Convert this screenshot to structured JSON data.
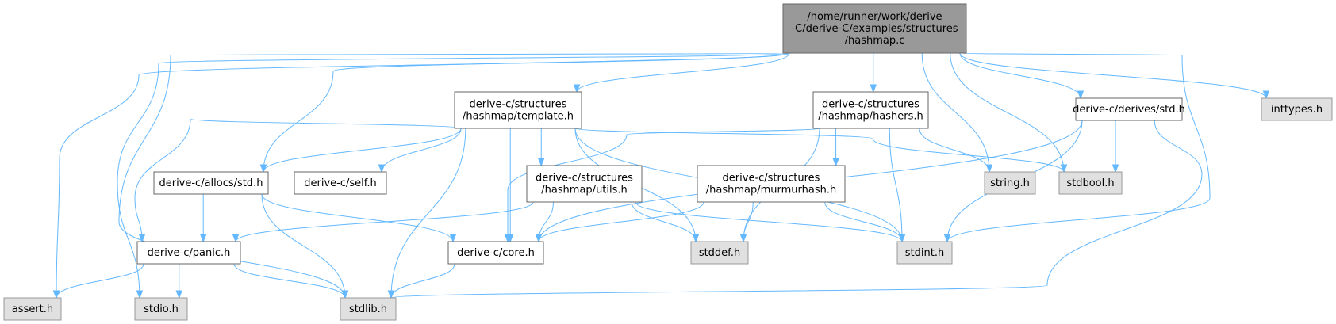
{
  "graph": {
    "nodes": [
      {
        "id": "root",
        "kind": "root",
        "lines": [
          "/home/runner/work/derive",
          "-C/derive-C/examples/structures",
          "/hashmap.c"
        ]
      },
      {
        "id": "template",
        "kind": "local",
        "lines": [
          "derive-c/structures",
          "/hashmap/template.h"
        ]
      },
      {
        "id": "hashers",
        "kind": "local",
        "lines": [
          "derive-c/structures",
          "/hashmap/hashers.h"
        ]
      },
      {
        "id": "derives_std",
        "kind": "local",
        "lines": [
          "derive-c/derives/std.h"
        ]
      },
      {
        "id": "inttypes",
        "kind": "system",
        "lines": [
          "inttypes.h"
        ]
      },
      {
        "id": "allocs_std",
        "kind": "local",
        "lines": [
          "derive-c/allocs/std.h"
        ]
      },
      {
        "id": "self",
        "kind": "local",
        "lines": [
          "derive-c/self.h"
        ]
      },
      {
        "id": "utils",
        "kind": "local",
        "lines": [
          "derive-c/structures",
          "/hashmap/utils.h"
        ]
      },
      {
        "id": "murmur",
        "kind": "local",
        "lines": [
          "derive-c/structures",
          "/hashmap/murmurhash.h"
        ]
      },
      {
        "id": "string",
        "kind": "system",
        "lines": [
          "string.h"
        ]
      },
      {
        "id": "stdbool",
        "kind": "system",
        "lines": [
          "stdbool.h"
        ]
      },
      {
        "id": "panic",
        "kind": "local",
        "lines": [
          "derive-c/panic.h"
        ]
      },
      {
        "id": "core",
        "kind": "local",
        "lines": [
          "derive-c/core.h"
        ]
      },
      {
        "id": "stddef",
        "kind": "system",
        "lines": [
          "stddef.h"
        ]
      },
      {
        "id": "stdint",
        "kind": "system",
        "lines": [
          "stdint.h"
        ]
      },
      {
        "id": "assert",
        "kind": "system",
        "lines": [
          "assert.h"
        ]
      },
      {
        "id": "stdio",
        "kind": "system",
        "lines": [
          "stdio.h"
        ]
      },
      {
        "id": "stdlib",
        "kind": "system",
        "lines": [
          "stdlib.h"
        ]
      }
    ],
    "edges": [
      {
        "from": "root",
        "to": "template"
      },
      {
        "from": "root",
        "to": "hashers"
      },
      {
        "from": "root",
        "to": "derives_std"
      },
      {
        "from": "root",
        "to": "inttypes"
      },
      {
        "from": "root",
        "to": "allocs_std"
      },
      {
        "from": "root",
        "to": "string"
      },
      {
        "from": "root",
        "to": "stdbool"
      },
      {
        "from": "root",
        "to": "stdint"
      },
      {
        "from": "root",
        "to": "assert"
      },
      {
        "from": "root",
        "to": "stdio"
      },
      {
        "from": "root",
        "to": "stdlib"
      },
      {
        "from": "template",
        "to": "allocs_std"
      },
      {
        "from": "template",
        "to": "self"
      },
      {
        "from": "template",
        "to": "utils"
      },
      {
        "from": "template",
        "to": "panic"
      },
      {
        "from": "template",
        "to": "core"
      },
      {
        "from": "template",
        "to": "stddef"
      },
      {
        "from": "template",
        "to": "stdint"
      },
      {
        "from": "template",
        "to": "stdbool"
      },
      {
        "from": "template",
        "to": "stdlib"
      },
      {
        "from": "hashers",
        "to": "murmur"
      },
      {
        "from": "hashers",
        "to": "string"
      },
      {
        "from": "hashers",
        "to": "stdint"
      },
      {
        "from": "hashers",
        "to": "stddef"
      },
      {
        "from": "hashers",
        "to": "core"
      },
      {
        "from": "derives_std",
        "to": "stdbool"
      },
      {
        "from": "derives_std",
        "to": "stdint"
      },
      {
        "from": "derives_std",
        "to": "core"
      },
      {
        "from": "derives_std",
        "to": "stdlib"
      },
      {
        "from": "allocs_std",
        "to": "panic"
      },
      {
        "from": "allocs_std",
        "to": "core"
      },
      {
        "from": "allocs_std",
        "to": "stdlib"
      },
      {
        "from": "utils",
        "to": "panic"
      },
      {
        "from": "utils",
        "to": "core"
      },
      {
        "from": "utils",
        "to": "stddef"
      },
      {
        "from": "utils",
        "to": "stdint"
      },
      {
        "from": "murmur",
        "to": "core"
      },
      {
        "from": "murmur",
        "to": "stddef"
      },
      {
        "from": "murmur",
        "to": "stdint"
      },
      {
        "from": "panic",
        "to": "assert"
      },
      {
        "from": "panic",
        "to": "stdio"
      },
      {
        "from": "panic",
        "to": "stdlib"
      },
      {
        "from": "core",
        "to": "stdlib"
      }
    ],
    "colors": {
      "root_fill": "#999999",
      "local_fill": "#ffffff",
      "system_fill": "#e0e0e0",
      "edge": "#63b8ff",
      "border": "#666666"
    }
  }
}
